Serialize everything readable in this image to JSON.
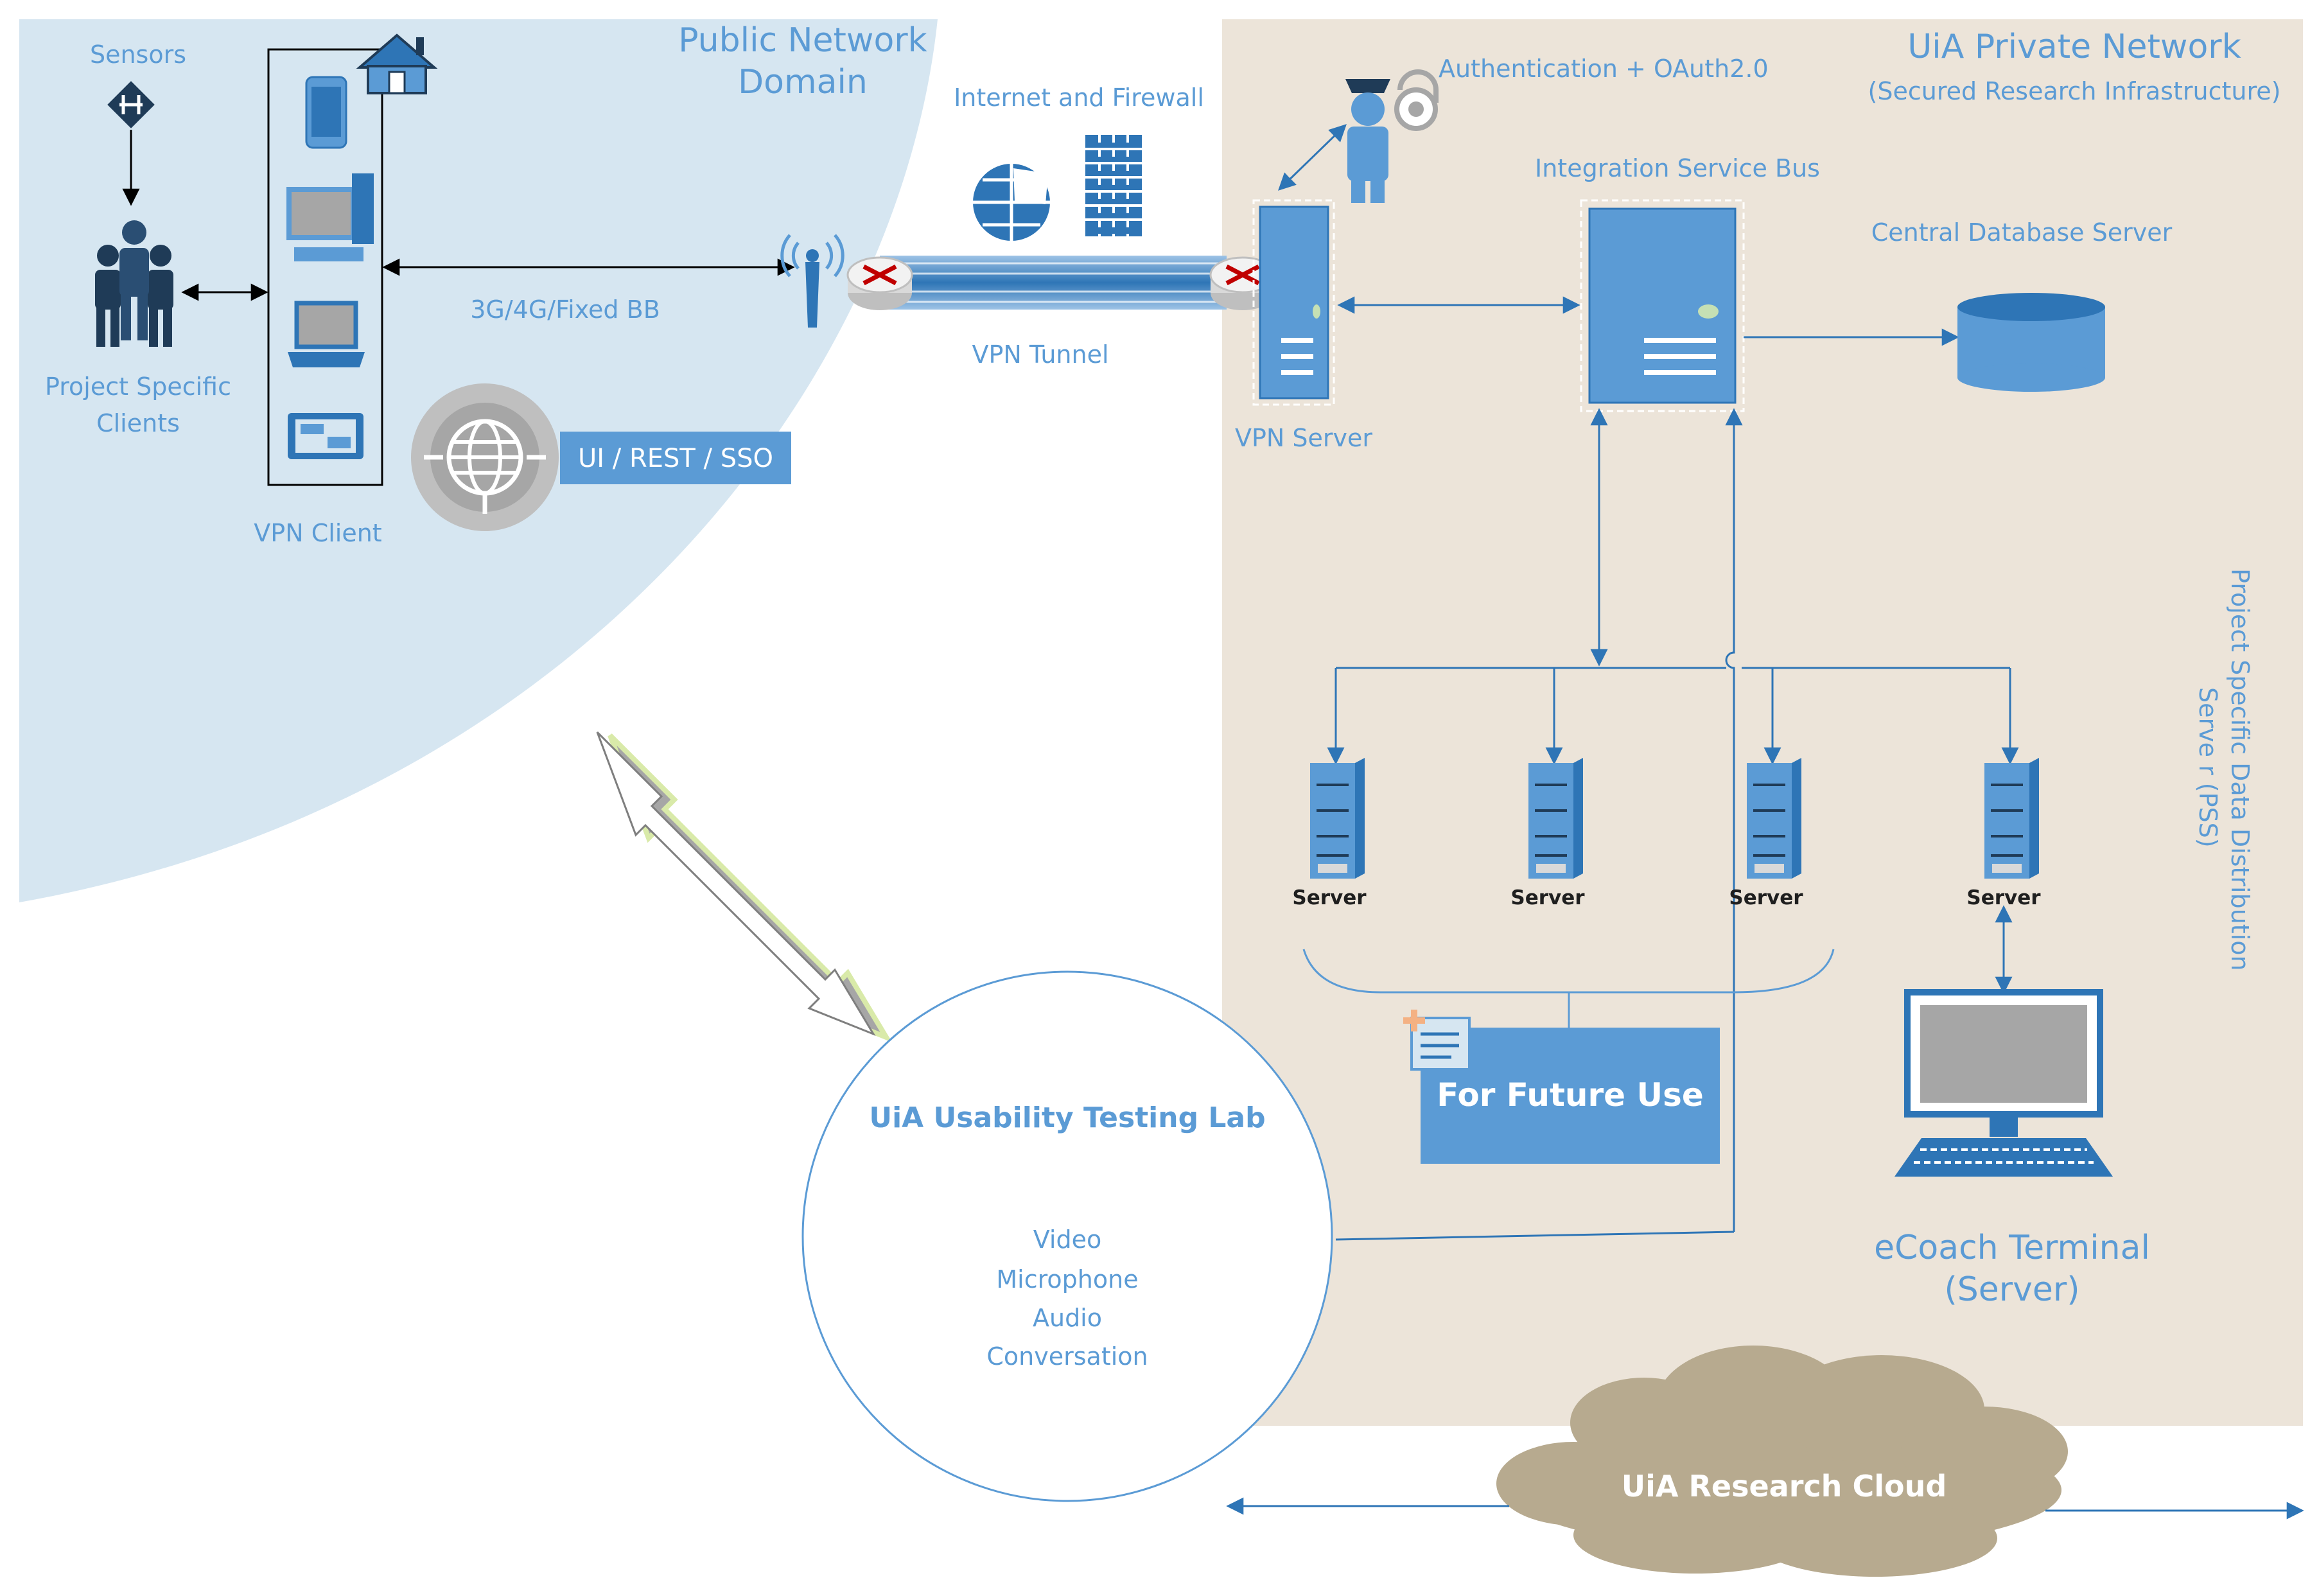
{
  "public_zone": {
    "title_line1": "Public Network",
    "title_line2": "Domain"
  },
  "private_zone": {
    "title": "UiA Private Network",
    "subtitle": "(Secured Research Infrastructure)"
  },
  "labels": {
    "sensors": "Sensors",
    "clients_line1": "Project Specific",
    "clients_line2": "Clients",
    "vpn_client": "VPN Client",
    "ui_rest_sso": "UI / REST / SSO",
    "link_type": "3G/4G/Fixed BB",
    "internet_firewall": "Internet and Firewall",
    "vpn_tunnel": "VPN Tunnel",
    "auth": "Authentication + OAuth2.0",
    "vpn_server": "VPN Server",
    "esb": "Integration Service Bus",
    "db": "Central Database Server",
    "pss_line1": "Project Specific Data Distribution",
    "pss_line2": "Serve r (PSS)",
    "future": "For Future Use",
    "ecoach_line1": "eCoach Terminal",
    "ecoach_line2": "(Server)",
    "cloud": "UiA Research Cloud"
  },
  "servers": [
    "Server",
    "Server",
    "Server",
    "Server"
  ],
  "lab": {
    "title": "UiA Usability Testing Lab",
    "items": [
      "Video",
      "Microphone",
      "Audio",
      "Conversation"
    ]
  },
  "icons": [
    "sensor-icon",
    "people-icon",
    "home-icon",
    "phone-icon",
    "desktop-icon",
    "laptop-icon",
    "tablet-icon",
    "globe-icon",
    "antenna-icon",
    "router-icon",
    "firewall-icon",
    "guard-lock-icon",
    "server-tower-icon",
    "database-icon",
    "note-add-icon",
    "monitor-icon",
    "cloud-icon",
    "double-arrow-icon"
  ],
  "colors": {
    "public_bg": "#d6e6f1",
    "private_bg": "#ece4d9",
    "accent": "#5b9bd5",
    "cloud": "#b7aa8f"
  }
}
